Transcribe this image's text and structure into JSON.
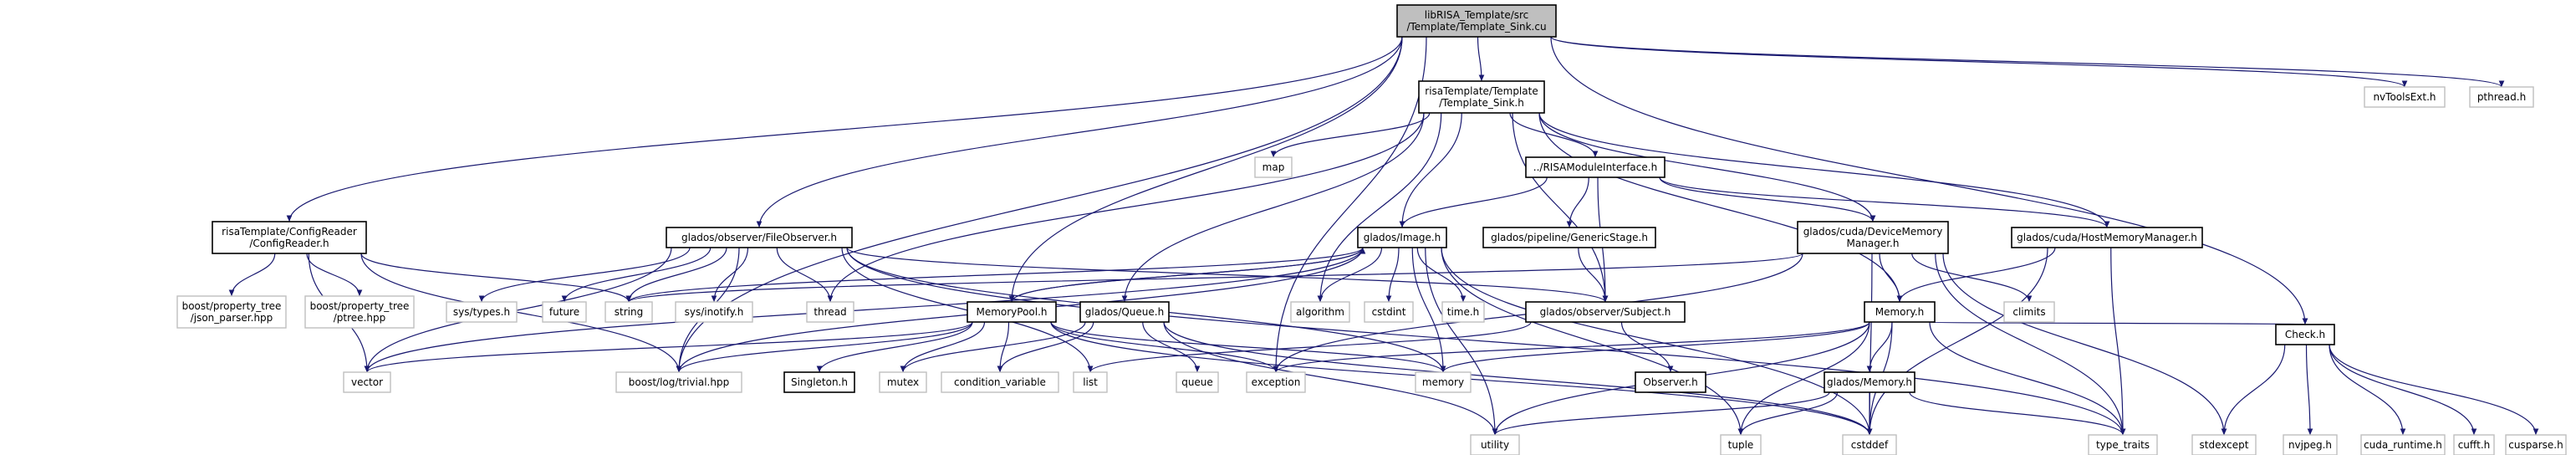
{
  "graph": {
    "nodes": [
      {
        "id": "root",
        "lines": [
          "libRISA_Template/src",
          "/Template/Template_Sink.cu"
        ],
        "kind": "root"
      },
      {
        "id": "tsink",
        "lines": [
          "risaTemplate/Template",
          "/Template_Sink.h"
        ],
        "kind": "int"
      },
      {
        "id": "nvtools",
        "lines": [
          "nvToolsExt.h"
        ],
        "kind": "ext"
      },
      {
        "id": "pthread",
        "lines": [
          "pthread.h"
        ],
        "kind": "ext"
      },
      {
        "id": "configreader",
        "lines": [
          "risaTemplate/ConfigReader",
          "/ConfigReader.h"
        ],
        "kind": "int"
      },
      {
        "id": "fileobserver",
        "lines": [
          "glados/observer/FileObserver.h"
        ],
        "kind": "int"
      },
      {
        "id": "map",
        "lines": [
          "map"
        ],
        "kind": "ext"
      },
      {
        "id": "risamodule",
        "lines": [
          "../RISAModuleInterface.h"
        ],
        "kind": "int"
      },
      {
        "id": "image",
        "lines": [
          "glados/Image.h"
        ],
        "kind": "int"
      },
      {
        "id": "genericstage",
        "lines": [
          "glados/pipeline/GenericStage.h"
        ],
        "kind": "int"
      },
      {
        "id": "devmem",
        "lines": [
          "glados/cuda/DeviceMemory",
          "Manager.h"
        ],
        "kind": "int"
      },
      {
        "id": "hostmem",
        "lines": [
          "glados/cuda/HostMemoryManager.h"
        ],
        "kind": "int"
      },
      {
        "id": "json",
        "lines": [
          "boost/property_tree",
          "/json_parser.hpp"
        ],
        "kind": "ext"
      },
      {
        "id": "ptree",
        "lines": [
          "boost/property_tree",
          "/ptree.hpp"
        ],
        "kind": "ext"
      },
      {
        "id": "systypes",
        "lines": [
          "sys/types.h"
        ],
        "kind": "ext"
      },
      {
        "id": "future",
        "lines": [
          "future"
        ],
        "kind": "ext"
      },
      {
        "id": "string",
        "lines": [
          "string"
        ],
        "kind": "ext"
      },
      {
        "id": "inotify",
        "lines": [
          "sys/inotify.h"
        ],
        "kind": "ext"
      },
      {
        "id": "thread",
        "lines": [
          "thread"
        ],
        "kind": "ext"
      },
      {
        "id": "algorithm",
        "lines": [
          "algorithm"
        ],
        "kind": "ext"
      },
      {
        "id": "cstdint",
        "lines": [
          "cstdint"
        ],
        "kind": "ext"
      },
      {
        "id": "timeh",
        "lines": [
          "time.h"
        ],
        "kind": "ext"
      },
      {
        "id": "subject",
        "lines": [
          "glados/observer/Subject.h"
        ],
        "kind": "int"
      },
      {
        "id": "memory_h",
        "lines": [
          "Memory.h"
        ],
        "kind": "int"
      },
      {
        "id": "climits",
        "lines": [
          "climits"
        ],
        "kind": "ext"
      },
      {
        "id": "memorypool",
        "lines": [
          "MemoryPool.h"
        ],
        "kind": "int"
      },
      {
        "id": "queue_h",
        "lines": [
          "glados/Queue.h"
        ],
        "kind": "int"
      },
      {
        "id": "check",
        "lines": [
          "Check.h"
        ],
        "kind": "int"
      },
      {
        "id": "vector",
        "lines": [
          "vector"
        ],
        "kind": "ext"
      },
      {
        "id": "trivial",
        "lines": [
          "boost/log/trivial.hpp"
        ],
        "kind": "ext"
      },
      {
        "id": "singleton",
        "lines": [
          "Singleton.h"
        ],
        "kind": "int"
      },
      {
        "id": "mutex",
        "lines": [
          "mutex"
        ],
        "kind": "ext"
      },
      {
        "id": "condvar",
        "lines": [
          "condition_variable"
        ],
        "kind": "ext"
      },
      {
        "id": "list",
        "lines": [
          "list"
        ],
        "kind": "ext"
      },
      {
        "id": "queue_std",
        "lines": [
          "queue"
        ],
        "kind": "ext"
      },
      {
        "id": "exception",
        "lines": [
          "exception"
        ],
        "kind": "ext"
      },
      {
        "id": "memory_std",
        "lines": [
          "memory"
        ],
        "kind": "ext"
      },
      {
        "id": "observer",
        "lines": [
          "Observer.h"
        ],
        "kind": "int"
      },
      {
        "id": "gladosmem",
        "lines": [
          "glados/Memory.h"
        ],
        "kind": "int"
      },
      {
        "id": "utility",
        "lines": [
          "utility"
        ],
        "kind": "ext"
      },
      {
        "id": "tuple",
        "lines": [
          "tuple"
        ],
        "kind": "ext"
      },
      {
        "id": "cstddef",
        "lines": [
          "cstddef"
        ],
        "kind": "ext"
      },
      {
        "id": "typetraits",
        "lines": [
          "type_traits"
        ],
        "kind": "ext"
      },
      {
        "id": "stdexcept",
        "lines": [
          "stdexcept"
        ],
        "kind": "ext"
      },
      {
        "id": "nvjpeg",
        "lines": [
          "nvjpeg.h"
        ],
        "kind": "ext"
      },
      {
        "id": "cudaruntime",
        "lines": [
          "cuda_runtime.h"
        ],
        "kind": "ext"
      },
      {
        "id": "cufft",
        "lines": [
          "cufft.h"
        ],
        "kind": "ext"
      },
      {
        "id": "cusparse",
        "lines": [
          "cusparse.h"
        ],
        "kind": "ext"
      }
    ],
    "edges": [
      [
        "root",
        "tsink"
      ],
      [
        "root",
        "nvtools"
      ],
      [
        "root",
        "pthread"
      ],
      [
        "root",
        "configreader"
      ],
      [
        "root",
        "fileobserver"
      ],
      [
        "root",
        "trivial"
      ],
      [
        "root",
        "memorypool"
      ],
      [
        "root",
        "exception"
      ],
      [
        "root",
        "check"
      ],
      [
        "tsink",
        "map"
      ],
      [
        "tsink",
        "risamodule"
      ],
      [
        "tsink",
        "image"
      ],
      [
        "tsink",
        "devmem"
      ],
      [
        "tsink",
        "hostmem"
      ],
      [
        "tsink",
        "thread"
      ],
      [
        "tsink",
        "queue_h"
      ],
      [
        "tsink",
        "subject"
      ],
      [
        "tsink",
        "memory_h"
      ],
      [
        "tsink",
        "algorithm"
      ],
      [
        "configreader",
        "json"
      ],
      [
        "configreader",
        "ptree"
      ],
      [
        "configreader",
        "string"
      ],
      [
        "configreader",
        "vector"
      ],
      [
        "configreader",
        "trivial"
      ],
      [
        "fileobserver",
        "systypes"
      ],
      [
        "fileobserver",
        "future"
      ],
      [
        "fileobserver",
        "string"
      ],
      [
        "fileobserver",
        "inotify"
      ],
      [
        "fileobserver",
        "thread"
      ],
      [
        "fileobserver",
        "vector"
      ],
      [
        "fileobserver",
        "trivial"
      ],
      [
        "fileobserver",
        "subject"
      ],
      [
        "fileobserver",
        "memory_std"
      ],
      [
        "fileobserver",
        "list"
      ],
      [
        "fileobserver",
        "typetraits"
      ],
      [
        "risamodule",
        "image"
      ],
      [
        "risamodule",
        "genericstage"
      ],
      [
        "risamodule",
        "devmem"
      ],
      [
        "risamodule",
        "hostmem"
      ],
      [
        "risamodule",
        "subject"
      ],
      [
        "genericstage",
        "subject"
      ],
      [
        "image",
        "memorypool"
      ],
      [
        "image",
        "algorithm"
      ],
      [
        "image",
        "cstdint"
      ],
      [
        "image",
        "timeh"
      ],
      [
        "image",
        "memory_std"
      ],
      [
        "image",
        "utility"
      ],
      [
        "image",
        "tuple"
      ],
      [
        "image",
        "cstddef"
      ],
      [
        "image",
        "string"
      ],
      [
        "image",
        "trivial"
      ],
      [
        "image",
        "vector"
      ],
      [
        "devmem",
        "memory_h"
      ],
      [
        "devmem",
        "climits"
      ],
      [
        "devmem",
        "typetraits"
      ],
      [
        "devmem",
        "stdexcept"
      ],
      [
        "devmem",
        "exception"
      ],
      [
        "devmem",
        "cstddef"
      ],
      [
        "devmem",
        "string"
      ],
      [
        "hostmem",
        "memory_h"
      ],
      [
        "hostmem",
        "typetraits"
      ],
      [
        "hostmem",
        "cstddef"
      ],
      [
        "subject",
        "observer"
      ],
      [
        "subject",
        "list"
      ],
      [
        "memorypool",
        "image"
      ],
      [
        "memorypool",
        "singleton"
      ],
      [
        "memorypool",
        "mutex"
      ],
      [
        "memorypool",
        "condvar"
      ],
      [
        "memorypool",
        "exception"
      ],
      [
        "memorypool",
        "trivial"
      ],
      [
        "memorypool",
        "memory_std"
      ],
      [
        "memorypool",
        "vector"
      ],
      [
        "memorypool",
        "cstddef"
      ],
      [
        "queue_h",
        "mutex"
      ],
      [
        "queue_h",
        "condvar"
      ],
      [
        "queue_h",
        "queue_std"
      ],
      [
        "queue_h",
        "utility"
      ],
      [
        "queue_h",
        "cstddef"
      ],
      [
        "memory_h",
        "check"
      ],
      [
        "memory_h",
        "gladosmem"
      ],
      [
        "memory_h",
        "memory_std"
      ],
      [
        "memory_h",
        "utility"
      ],
      [
        "memory_h",
        "tuple"
      ],
      [
        "memory_h",
        "cstddef"
      ],
      [
        "memory_h",
        "typetraits"
      ],
      [
        "memory_h",
        "exception"
      ],
      [
        "gladosmem",
        "utility"
      ],
      [
        "gladosmem",
        "tuple"
      ],
      [
        "gladosmem",
        "cstddef"
      ],
      [
        "gladosmem",
        "typetraits"
      ],
      [
        "check",
        "stdexcept"
      ],
      [
        "check",
        "nvjpeg"
      ],
      [
        "check",
        "cudaruntime"
      ],
      [
        "check",
        "cufft"
      ],
      [
        "check",
        "cusparse"
      ]
    ]
  }
}
